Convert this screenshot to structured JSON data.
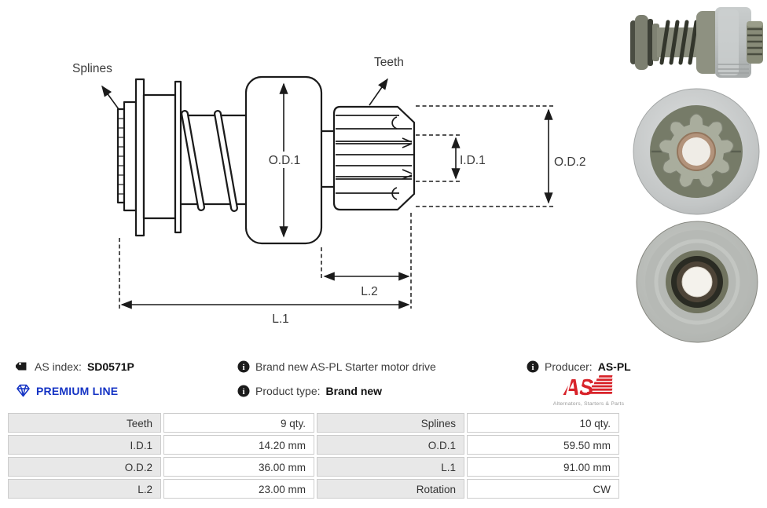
{
  "diagram": {
    "labels": {
      "splines": "Splines",
      "teeth": "Teeth",
      "od1": "O.D.1",
      "id1": "I.D.1",
      "od2": "O.D.2",
      "l2": "L.2",
      "l1": "L.1"
    }
  },
  "info": {
    "as_index_label": "AS index:",
    "as_index_value": "SD0571P",
    "premium_line": "PREMIUM LINE",
    "description": "Brand new AS-PL Starter motor drive",
    "product_type_label": "Product type:",
    "product_type_value": "Brand new",
    "producer_label": "Producer:",
    "producer_value": "AS-PL",
    "logo_text": "AS",
    "logo_tagline": "Alternators, Starters & Parts"
  },
  "colors": {
    "premium_blue": "#1433c4",
    "logo_red": "#d8232a",
    "table_label_bg": "#e8e8e8"
  },
  "specs": {
    "rows": [
      [
        "Teeth",
        "9 qty.",
        "Splines",
        "10 qty."
      ],
      [
        "I.D.1",
        "14.20 mm",
        "O.D.1",
        "59.50 mm"
      ],
      [
        "O.D.2",
        "36.00 mm",
        "L.1",
        "91.00 mm"
      ],
      [
        "L.2",
        "23.00 mm",
        "Rotation",
        "CW"
      ]
    ]
  }
}
